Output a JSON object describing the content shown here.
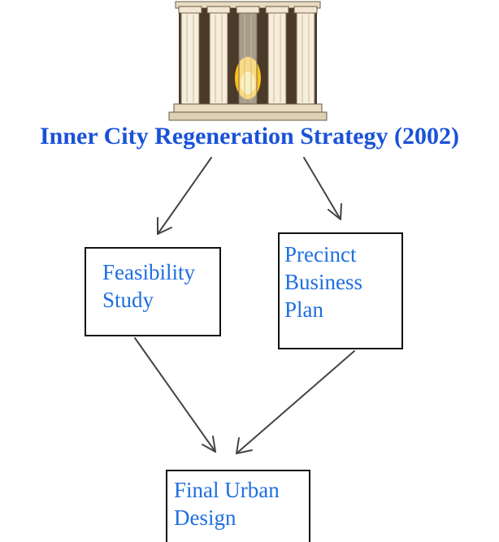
{
  "colors": {
    "title_text": "#1a52d8",
    "box_text": "#1f6fe0",
    "line": "#444444"
  },
  "header": {
    "illustration_icon": "classical-columns-icon",
    "title": "Inner City Regeneration Strategy (2002)"
  },
  "boxes": [
    {
      "lines": [
        "Feasibility",
        "Study"
      ]
    },
    {
      "lines": [
        "Precinct",
        "Business",
        "Plan"
      ]
    },
    {
      "lines": [
        "Final Urban",
        "Design"
      ]
    }
  ]
}
